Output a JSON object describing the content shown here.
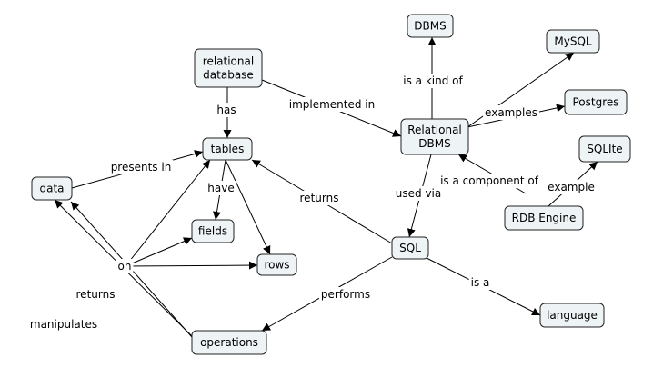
{
  "nodes": [
    {
      "id": "relational_database",
      "lines": [
        "relational",
        "database"
      ]
    },
    {
      "id": "tables",
      "lines": [
        "tables"
      ]
    },
    {
      "id": "data",
      "lines": [
        "data"
      ]
    },
    {
      "id": "fields",
      "lines": [
        "fields"
      ]
    },
    {
      "id": "rows",
      "lines": [
        "rows"
      ]
    },
    {
      "id": "operations",
      "lines": [
        "operations"
      ]
    },
    {
      "id": "sql",
      "lines": [
        "SQL"
      ]
    },
    {
      "id": "language",
      "lines": [
        "language"
      ]
    },
    {
      "id": "relational_dbms",
      "lines": [
        "Relational",
        "DBMS"
      ]
    },
    {
      "id": "dbms",
      "lines": [
        "DBMS"
      ]
    },
    {
      "id": "mysql",
      "lines": [
        "MySQL"
      ]
    },
    {
      "id": "postgres",
      "lines": [
        "Postgres"
      ]
    },
    {
      "id": "sqlite",
      "lines": [
        "SQLIte"
      ]
    },
    {
      "id": "rdb_engine",
      "lines": [
        "RDB Engine"
      ]
    }
  ],
  "edges": [
    {
      "from": "relational_database",
      "to": "tables",
      "label": "has"
    },
    {
      "from": "relational_database",
      "to": "relational_dbms",
      "label": "implemented in"
    },
    {
      "from": "data",
      "to": "tables",
      "label": "presents in"
    },
    {
      "from": "tables",
      "to": "fields",
      "label": "have"
    },
    {
      "from": "tables",
      "to": "rows",
      "label": ""
    },
    {
      "from": "operations",
      "to": "tables",
      "label": "on"
    },
    {
      "from": "operations",
      "to": "fields",
      "label": ""
    },
    {
      "from": "operations",
      "to": "rows",
      "label": ""
    },
    {
      "from": "operations",
      "to": "data",
      "label": "manipulates"
    },
    {
      "from": "operations",
      "to": "data",
      "label": "returns"
    },
    {
      "from": "sql",
      "to": "tables",
      "label": "returns"
    },
    {
      "from": "sql",
      "to": "operations",
      "label": "performs"
    },
    {
      "from": "sql",
      "to": "language",
      "label": "is a"
    },
    {
      "from": "relational_dbms",
      "to": "sql",
      "label": "used via"
    },
    {
      "from": "relational_dbms",
      "to": "dbms",
      "label": "is a kind of"
    },
    {
      "from": "relational_dbms",
      "to": "mysql",
      "label": "examples"
    },
    {
      "from": "relational_dbms",
      "to": "postgres",
      "label": ""
    },
    {
      "from": "rdb_engine",
      "to": "relational_dbms",
      "label": "is a component of"
    },
    {
      "from": "rdb_engine",
      "to": "sqlite",
      "label": "example"
    }
  ]
}
